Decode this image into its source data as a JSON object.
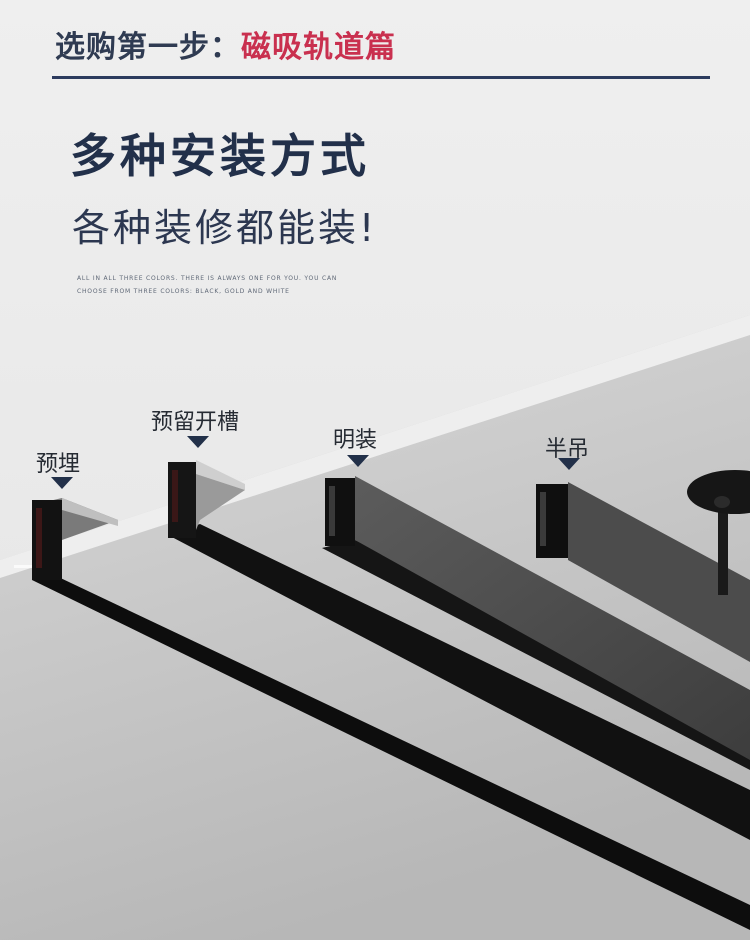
{
  "header": {
    "prefix": "选购第一步：",
    "highlight": "磁吸轨道篇"
  },
  "headline": "多种安装方式",
  "subheadline": "各种装修都能装!",
  "note_lines": [
    "ALL IN ALL THREE COLORS. THERE IS ALWAYS ONE FOR YOU. YOU CAN",
    "CHOOSE FROM THREE COLORS: BLACK, GOLD AND WHITE"
  ],
  "install_methods": [
    {
      "label": "预埋"
    },
    {
      "label": "预留开槽"
    },
    {
      "label": "明装"
    },
    {
      "label": "半吊"
    }
  ],
  "colors": {
    "title_dark": "#2f3b52",
    "title_accent": "#c9304f",
    "rule": "#2c3b5e",
    "marker": "#223049",
    "rail_black": "#0c0c0c",
    "ceiling_light": "#dedede"
  }
}
